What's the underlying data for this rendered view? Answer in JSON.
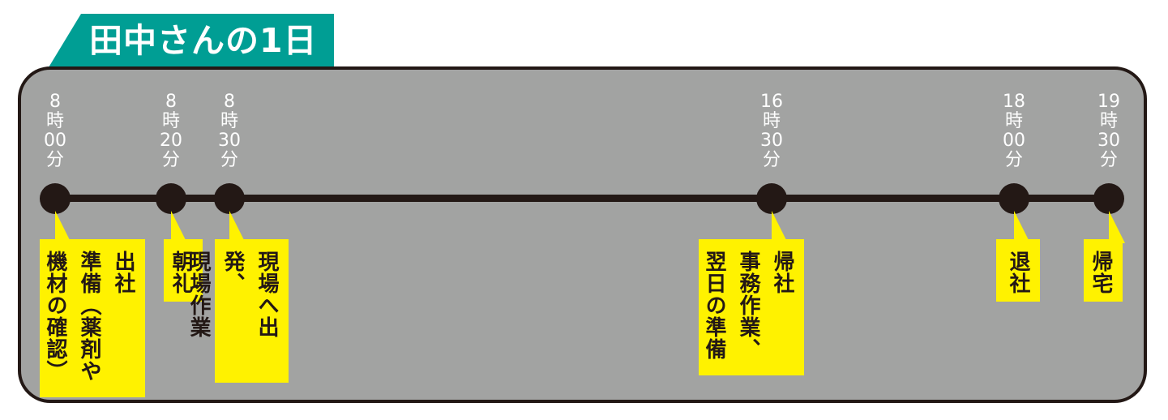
{
  "title": "田中さんの1日",
  "colors": {
    "title_bg": "#009e94",
    "panel_bg": "#a2a3a2",
    "line": "#231815",
    "callout": "#fff200"
  },
  "events": [
    {
      "hour": "8",
      "minute": "00",
      "lines": [
        "出社",
        "準備（薬剤や",
        "機材の確認）"
      ]
    },
    {
      "hour": "8",
      "minute": "20",
      "lines": [
        "朝礼"
      ]
    },
    {
      "hour": "8",
      "minute": "30",
      "lines": [
        "現場へ出発、",
        "現場作業"
      ]
    },
    {
      "hour": "16",
      "minute": "30",
      "lines": [
        "帰社",
        "事務作業、",
        "翌日の準備"
      ]
    },
    {
      "hour": "18",
      "minute": "00",
      "lines": [
        "退社"
      ]
    },
    {
      "hour": "19",
      "minute": "30",
      "lines": [
        "帰宅"
      ]
    }
  ],
  "labels": {
    "hour_unit": "時",
    "minute_unit": "分"
  }
}
